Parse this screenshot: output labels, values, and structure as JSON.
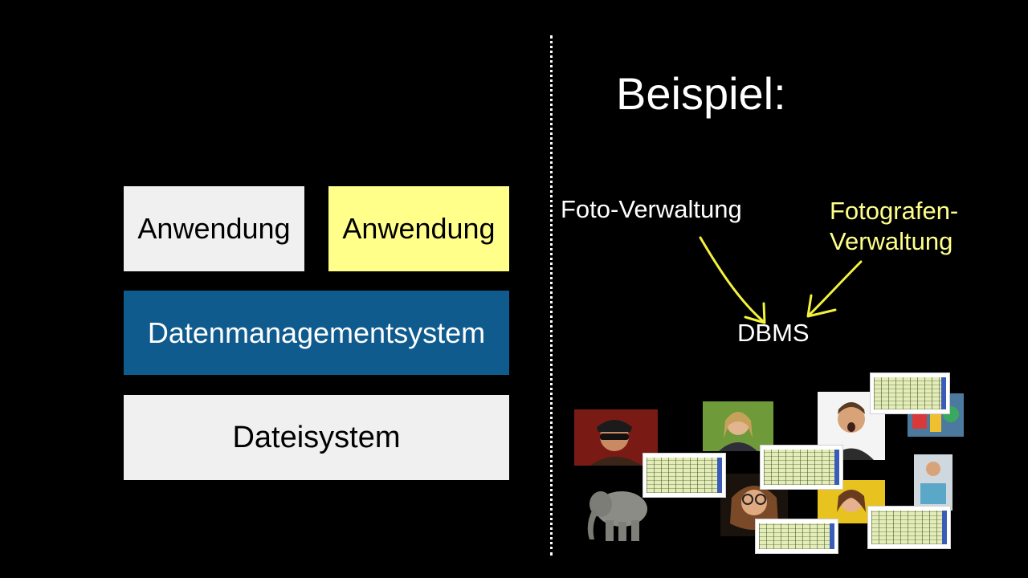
{
  "stack": {
    "app1": "Anwendung",
    "app2": "Anwendung",
    "dms": "Datenmanagementsystem",
    "fs": "Dateisystem"
  },
  "example": {
    "title": "Beispiel:",
    "left_label": "Foto-Verwaltung",
    "right_label_line1": "Fotografen-",
    "right_label_line2": "Verwaltung",
    "center": "DBMS"
  },
  "colors": {
    "background": "#000000",
    "box_light": "#f0f0f0",
    "box_yellow": "#ffff8a",
    "box_blue": "#0f5b8e",
    "arrow_yellow": "#f2f23c",
    "label_yellow": "#ffff8a"
  }
}
